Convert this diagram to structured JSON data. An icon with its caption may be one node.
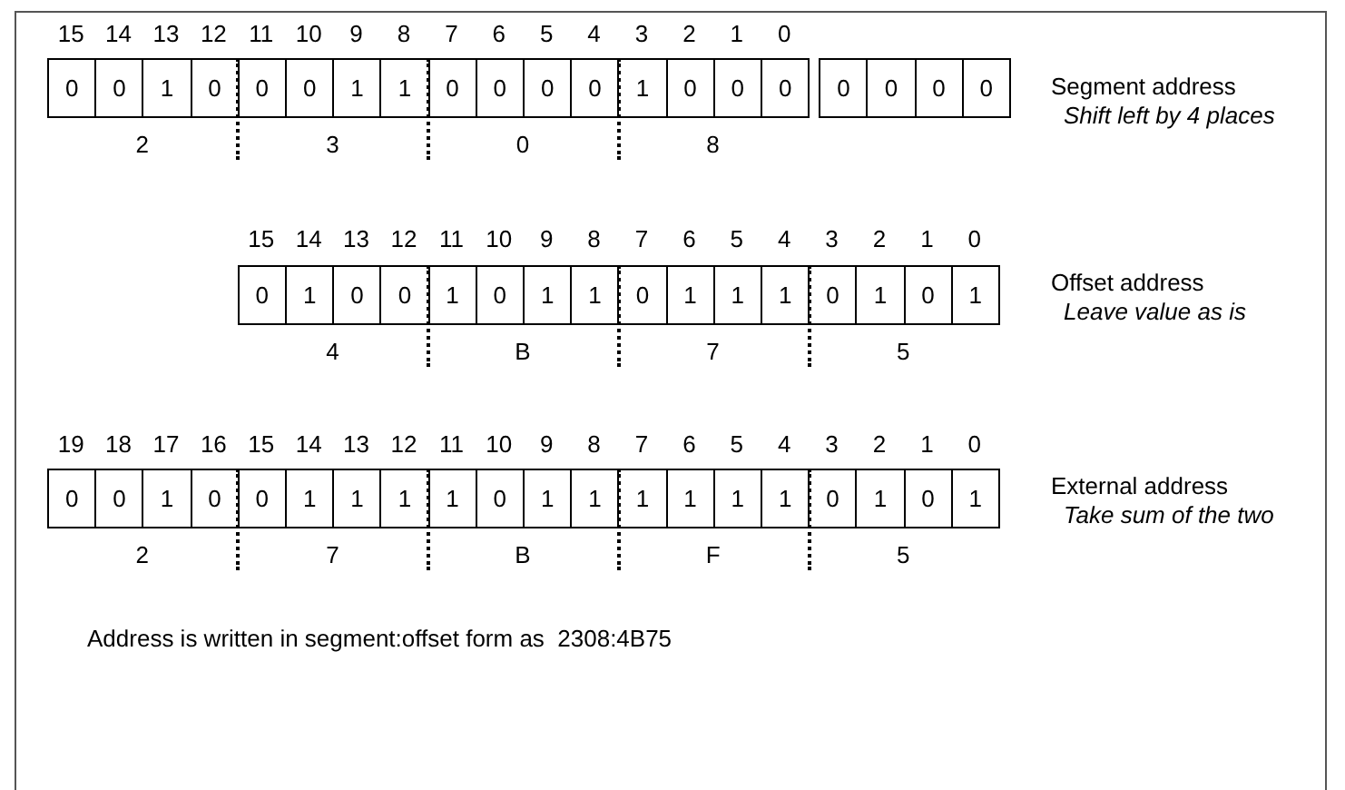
{
  "diagram": {
    "labels": [
      "15",
      "14",
      "13",
      "12",
      "11",
      "10",
      "9",
      "8",
      "7",
      "6",
      "5",
      "4",
      "3",
      "2",
      "1",
      "0",
      "0",
      "0",
      "1",
      "0",
      "0",
      "0",
      "1",
      "1",
      "0",
      "0",
      "0",
      "0",
      "1",
      "0",
      "0",
      "0",
      "0",
      "0",
      "0",
      "0",
      "2",
      "3",
      "0",
      "8",
      "Segment address",
      "Shift left by 4 places",
      "15",
      "14",
      "13",
      "12",
      "11",
      "10",
      "9",
      "8",
      "7",
      "6",
      "5",
      "4",
      "3",
      "2",
      "1",
      "0",
      "0",
      "1",
      "0",
      "0",
      "1",
      "0",
      "1",
      "1",
      "0",
      "1",
      "1",
      "1",
      "0",
      "1",
      "0",
      "1",
      "4",
      "B",
      "7",
      "5",
      "Offset address",
      "Leave value as is",
      "19",
      "18",
      "17",
      "16",
      "15",
      "14",
      "13",
      "12",
      "11",
      "10",
      "9",
      "8",
      "7",
      "6",
      "5",
      "4",
      "3",
      "2",
      "1",
      "0",
      "0",
      "0",
      "1",
      "0",
      "0",
      "1",
      "1",
      "1",
      "1",
      "0",
      "1",
      "1",
      "1",
      "1",
      "1",
      "1",
      "0",
      "1",
      "0",
      "1",
      "2",
      "7",
      "B",
      "F",
      "5",
      "External address",
      "Take sum of the two",
      "Address is written in segment:offset form as  2308:4B75"
    ]
  }
}
